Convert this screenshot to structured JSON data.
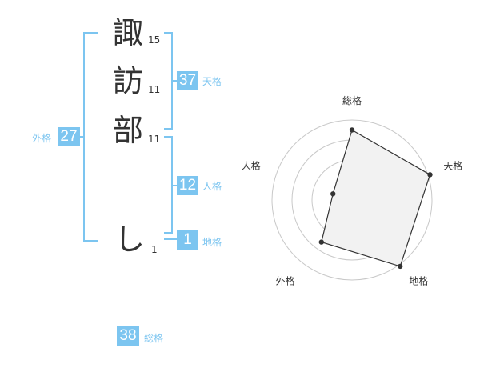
{
  "name": {
    "chars": [
      {
        "char": "諏",
        "strokes": "15"
      },
      {
        "char": "訪",
        "strokes": "11"
      },
      {
        "char": "部",
        "strokes": "11"
      },
      {
        "char": "し",
        "strokes": "1"
      }
    ]
  },
  "fortune": {
    "tenkaku": {
      "value": "37",
      "label": "天格"
    },
    "jinkaku": {
      "value": "12",
      "label": "人格"
    },
    "chikaku": {
      "value": "1",
      "label": "地格"
    },
    "gaikaku": {
      "value": "27",
      "label": "外格"
    },
    "soukaku": {
      "value": "38",
      "label": "総格"
    }
  },
  "colors": {
    "accent": "#7cc5f0",
    "text": "#333333",
    "radar_fill": "#f2f2f2"
  },
  "chart_data": {
    "type": "radar",
    "axes": [
      "総格",
      "天格",
      "地格",
      "外格",
      "人格"
    ],
    "levels": 4,
    "max": 4,
    "values": [
      3.5,
      4.1,
      4.1,
      2.6,
      1.0
    ]
  }
}
